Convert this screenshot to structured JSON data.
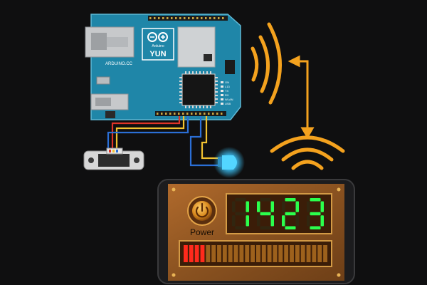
{
  "board": {
    "brand_small": "Arduino",
    "model": "YUN",
    "site": "ARDUINO.CC",
    "color": "#1f86a8",
    "pin_labels": [
      "ON",
      "L13",
      "TX",
      "RX",
      "WLAN",
      "USB"
    ]
  },
  "app": {
    "power_label": "Power",
    "display_digits": [
      "1",
      "4",
      "2",
      "3"
    ],
    "bar": {
      "total_segments": 26,
      "red_segments": 4
    }
  },
  "colors": {
    "wifi_arc": "#f4a21e",
    "wire_red": "#e03428",
    "wire_yellow": "#f2c230",
    "wire_blue": "#2b6fd6",
    "led": "#3ec8ff",
    "wood": "#8a5220",
    "digit_on": "#2bff4d"
  },
  "icons": [
    "wifi-signal-icon",
    "power-icon",
    "led-icon",
    "distance-sensor-icon",
    "usb-port-icon",
    "ethernet-port-icon"
  ]
}
